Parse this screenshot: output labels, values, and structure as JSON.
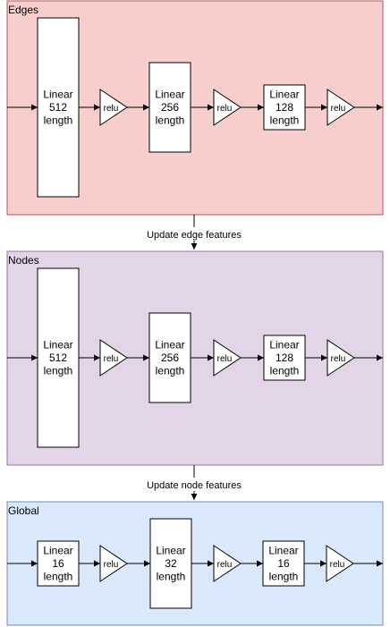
{
  "sections": [
    {
      "id": "edges",
      "title": "Edges",
      "fill": "#f8cecc",
      "stroke": "#b85450",
      "blocks": [
        {
          "kind": "linear",
          "lines": [
            "Linear",
            "512",
            "length"
          ]
        },
        {
          "kind": "relu",
          "label": "relu"
        },
        {
          "kind": "linear",
          "lines": [
            "Linear",
            "256",
            "length"
          ]
        },
        {
          "kind": "relu",
          "label": "relu"
        },
        {
          "kind": "linear",
          "lines": [
            "Linear",
            "128",
            "length"
          ]
        },
        {
          "kind": "relu",
          "label": "relu"
        }
      ]
    },
    {
      "id": "nodes",
      "title": "Nodes",
      "fill": "#e1d5e7",
      "stroke": "#9673a6",
      "blocks": [
        {
          "kind": "linear",
          "lines": [
            "Linear",
            "512",
            "length"
          ]
        },
        {
          "kind": "relu",
          "label": "relu"
        },
        {
          "kind": "linear",
          "lines": [
            "Linear",
            "256",
            "length"
          ]
        },
        {
          "kind": "relu",
          "label": "relu"
        },
        {
          "kind": "linear",
          "lines": [
            "Linear",
            "128",
            "length"
          ]
        },
        {
          "kind": "relu",
          "label": "relu"
        }
      ]
    },
    {
      "id": "global",
      "title": "Global",
      "fill": "#dae8fc",
      "stroke": "#6c8ebf",
      "blocks": [
        {
          "kind": "linear",
          "lines": [
            "Linear",
            "16",
            "length"
          ]
        },
        {
          "kind": "relu",
          "label": "relu"
        },
        {
          "kind": "linear",
          "lines": [
            "Linear",
            "32",
            "length"
          ]
        },
        {
          "kind": "relu",
          "label": "relu"
        },
        {
          "kind": "linear",
          "lines": [
            "Linear",
            "16",
            "length"
          ]
        },
        {
          "kind": "relu",
          "label": "relu"
        }
      ]
    }
  ],
  "connectors": [
    {
      "label": "Update edge features"
    },
    {
      "label": "Update node features"
    }
  ]
}
